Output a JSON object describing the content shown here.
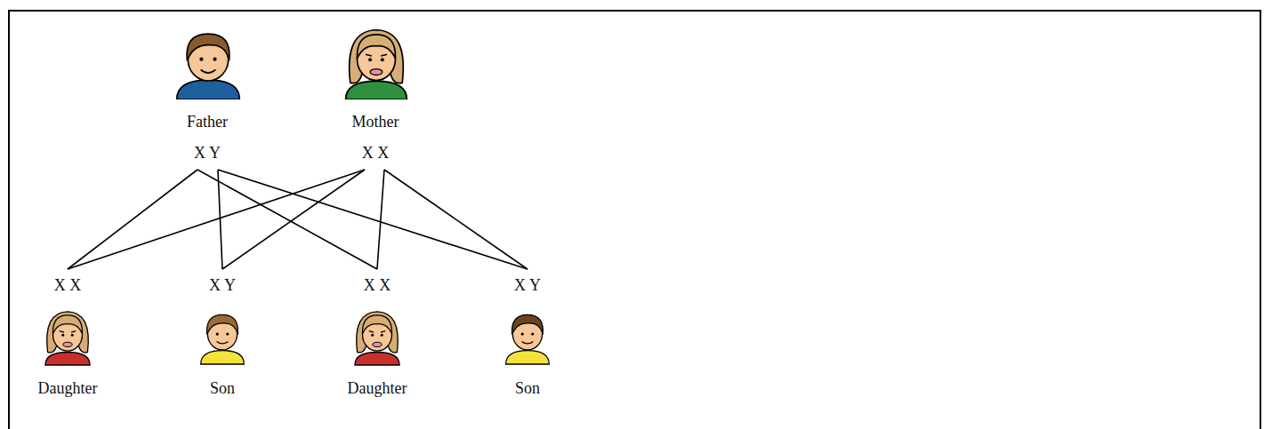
{
  "diagram": {
    "nodes": [
      {
        "text": [
          "Father",
          "X Y"
        ]
      },
      {
        "text": [
          "Mother",
          "X X"
        ]
      },
      {
        "text": [
          "X X",
          "Daughter"
        ]
      },
      {
        "text": [
          "X Y",
          "Son"
        ]
      },
      {
        "text": [
          "X X",
          "Daughter"
        ]
      },
      {
        "text": [
          "X Y",
          "Son"
        ]
      }
    ],
    "edges": [
      {
        "from": 0,
        "to": 2,
        "arrow": "none"
      },
      {
        "from": 0,
        "to": 3,
        "arrow": "none"
      },
      {
        "from": 0,
        "to": 4,
        "arrow": "none"
      },
      {
        "from": 0,
        "to": 5,
        "arrow": "none"
      },
      {
        "from": 1,
        "to": 2,
        "arrow": "none"
      },
      {
        "from": 1,
        "to": 3,
        "arrow": "none"
      },
      {
        "from": 1,
        "to": 4,
        "arrow": "none"
      },
      {
        "from": 1,
        "to": 5,
        "arrow": "none"
      }
    ]
  }
}
